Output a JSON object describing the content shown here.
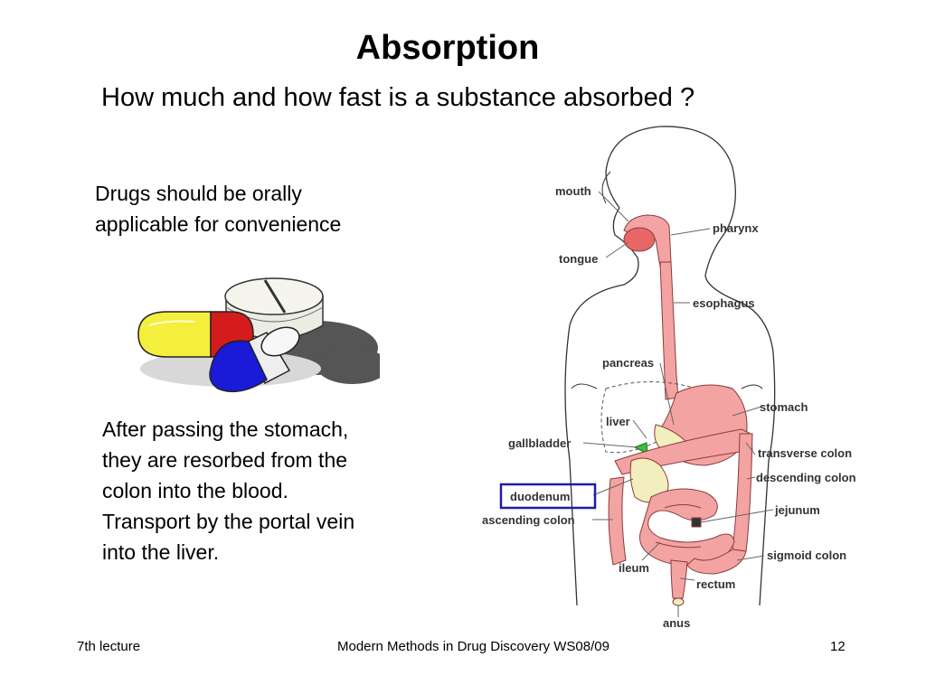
{
  "slide": {
    "title": "Absorption",
    "subtitle": "How much and how fast is a substance absorbed ?",
    "drugs_text": [
      "Drugs should be orally",
      "applicable for convenience"
    ],
    "stomach_text": [
      "After passing the stomach,",
      "they are resorbed from the",
      "colon into the blood.",
      "Transport by the portal vein",
      "into the liver."
    ]
  },
  "diagram": {
    "labels": {
      "mouth": "mouth",
      "pharynx": "pharynx",
      "tongue": "tongue",
      "esophagus": "esophagus",
      "pancreas": "pancreas",
      "stomach": "stomach",
      "liver": "liver",
      "gallbladder": "gallbladder",
      "transverse_colon": "transverse colon",
      "descending_colon": "descending colon",
      "duodenum": "duodenum",
      "ascending_colon": "ascending colon",
      "jejunum": "jejunum",
      "ileum": "ileum",
      "sigmoid_colon": "sigmoid colon",
      "rectum": "rectum",
      "anus": "anus"
    },
    "highlighted_label": "duodenum",
    "colors": {
      "organ": "#f4a3a3",
      "organ_stroke": "#8a3b3b",
      "highlight_box": "#1c1fa6",
      "pancreas": "#f3eebd",
      "gallbladder": "#38c238"
    }
  },
  "pills": {
    "colors": {
      "yellow": "#f3ef3c",
      "red": "#d41c1c",
      "blue": "#1a1ad8",
      "white_tablet": "#ecece2"
    }
  },
  "footer": {
    "left": "7th lecture",
    "center": "Modern Methods in Drug Discovery WS08/09",
    "right": "12"
  }
}
